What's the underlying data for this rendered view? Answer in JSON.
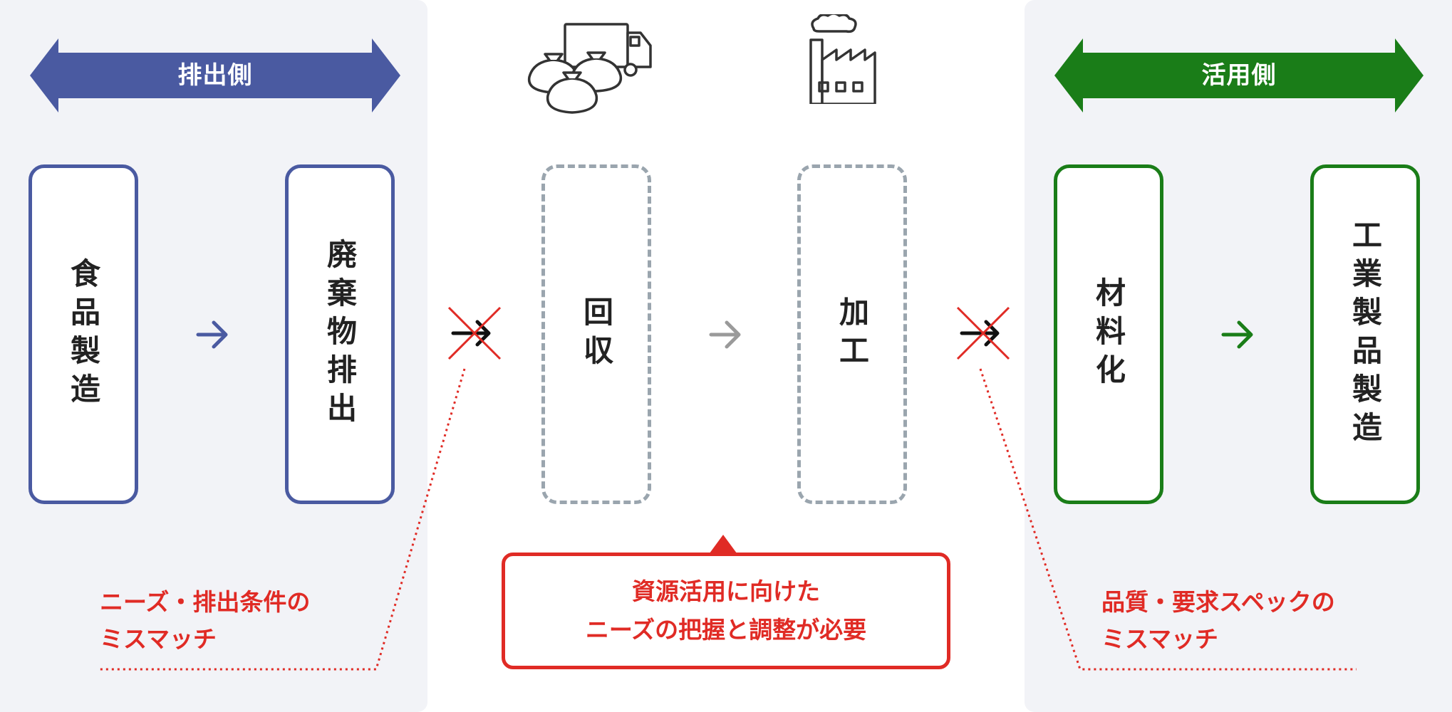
{
  "left_side": {
    "band_label": "排出側",
    "color": "#4a5aa1",
    "steps": [
      {
        "label": "食品製造"
      },
      {
        "label": "廃棄物排出"
      }
    ],
    "mismatch_note": {
      "line1": "ニーズ・排出条件の",
      "line2": "ミスマッチ"
    }
  },
  "middle": {
    "icons": [
      "truck-with-garbage-bags-icon",
      "factory-icon"
    ],
    "steps": [
      {
        "label": "回収"
      },
      {
        "label": "加工"
      }
    ],
    "callout": {
      "line1": "資源活用に向けた",
      "line2": "ニーズの把握と調整が必要"
    },
    "color": "#9aa5ae"
  },
  "right_side": {
    "band_label": "活用側",
    "color": "#1a7d18",
    "steps": [
      {
        "label": "材料化"
      },
      {
        "label": "工業製品製造"
      }
    ],
    "mismatch_note": {
      "line1": "品質・要求スペックの",
      "line2": "ミスマッチ"
    }
  },
  "accent_color": "#e02b25"
}
